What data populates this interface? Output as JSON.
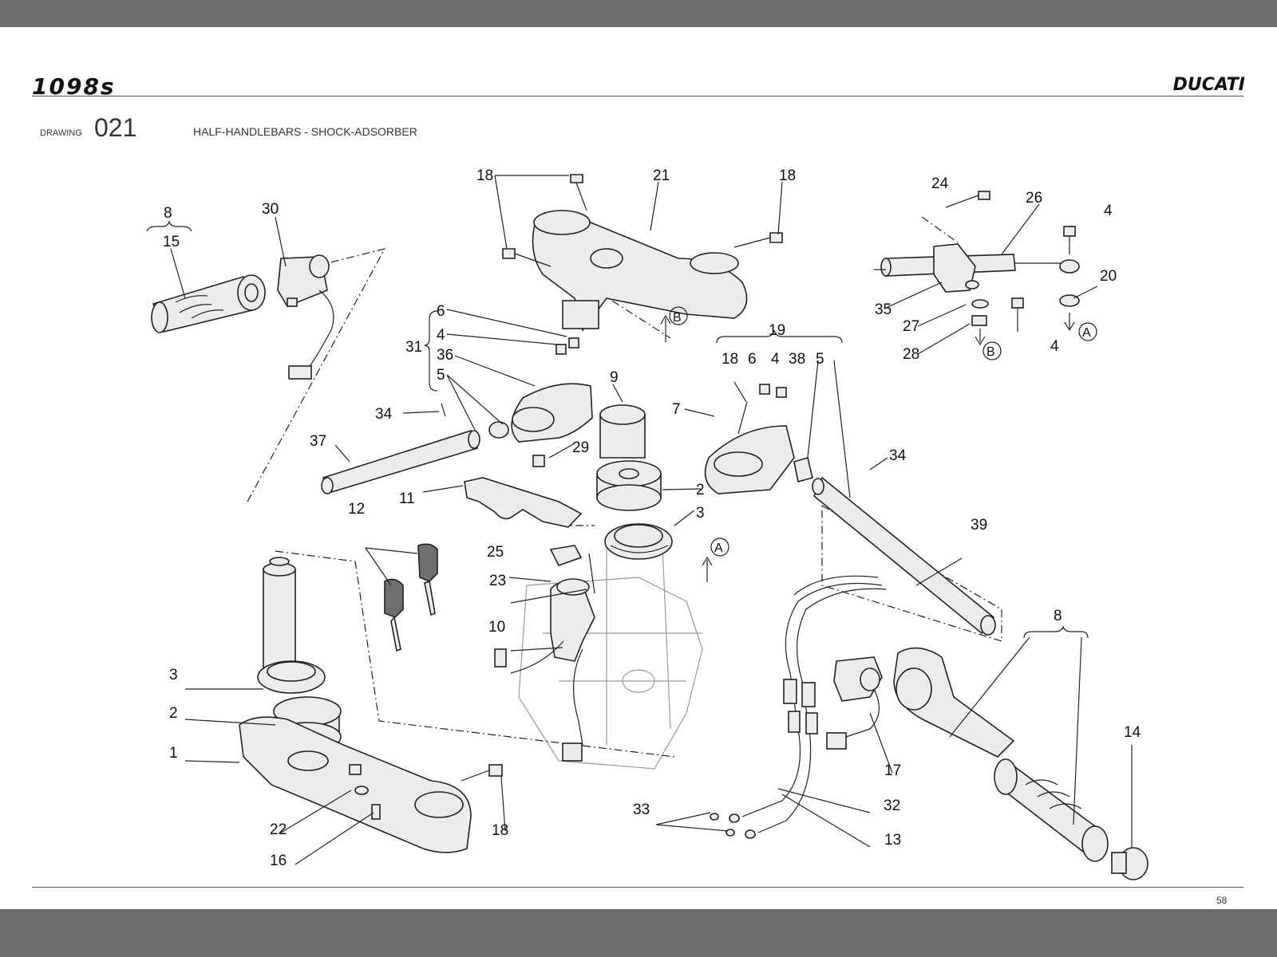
{
  "header": {
    "model_logo": "1098s",
    "brand_logo": "DUCATI",
    "drawing_label": "DRAWING",
    "drawing_number": "021",
    "drawing_title": "HALF-HANDLEBARS - SHOCK-ADSORBER"
  },
  "footer": {
    "page_number": "58"
  },
  "callouts": {
    "c8a": "8",
    "c15": "15",
    "c30": "30",
    "c18a": "18",
    "c21": "21",
    "c18b": "18",
    "c24": "24",
    "c26": "26",
    "c4a": "4",
    "c20": "20",
    "c35": "35",
    "c27": "27",
    "c28": "28",
    "c4b": "4",
    "c6a": "6",
    "c4c": "4",
    "c31": "31",
    "c36": "36",
    "c5a": "5",
    "c34a": "34",
    "c37": "37",
    "c9": "9",
    "c19": "19",
    "c18c": "18",
    "c6b": "6",
    "c4d": "4",
    "c38": "38",
    "c5b": "5",
    "c7": "7",
    "c29": "29",
    "c2a": "2",
    "c11": "11",
    "c12": "12",
    "c3a": "3",
    "c34b": "34",
    "c25": "25",
    "c23": "23",
    "c39": "39",
    "c10": "10",
    "c8b": "8",
    "c3b": "3",
    "c2b": "2",
    "c1": "1",
    "c14": "14",
    "c17": "17",
    "c22": "22",
    "c18d": "18",
    "c32": "32",
    "c16": "16",
    "c33": "33",
    "c13": "13"
  },
  "references": {
    "ref_b1": "B",
    "ref_b2": "B",
    "ref_a1": "A",
    "ref_a2": "A"
  }
}
